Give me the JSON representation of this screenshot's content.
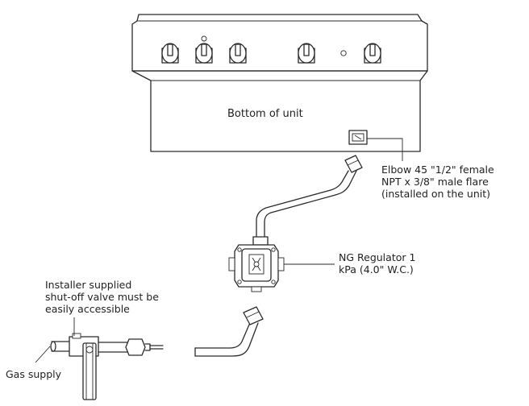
{
  "labels": {
    "bottom_of_unit": "Bottom of unit",
    "elbow": [
      "Elbow 45 \"1/2\" female",
      "NPT x 3/8\" male flare",
      "(installed on the unit)"
    ],
    "regulator": [
      "NG Regulator 1",
      "kPa (4.0\" W.C.)"
    ],
    "shutoff": [
      "Installer supplied",
      "shut-off valve must be",
      "easily accessible"
    ],
    "gas_supply": "Gas supply"
  },
  "icons": {
    "knob": "knob-icon",
    "indicator": "indicator-light-icon",
    "elbow": "elbow-fitting-icon",
    "regulator": "gas-regulator-icon",
    "valve": "shutoff-valve-icon"
  },
  "colors": {
    "line": "#2a2a2a",
    "text": "#222222",
    "background": "#ffffff"
  }
}
